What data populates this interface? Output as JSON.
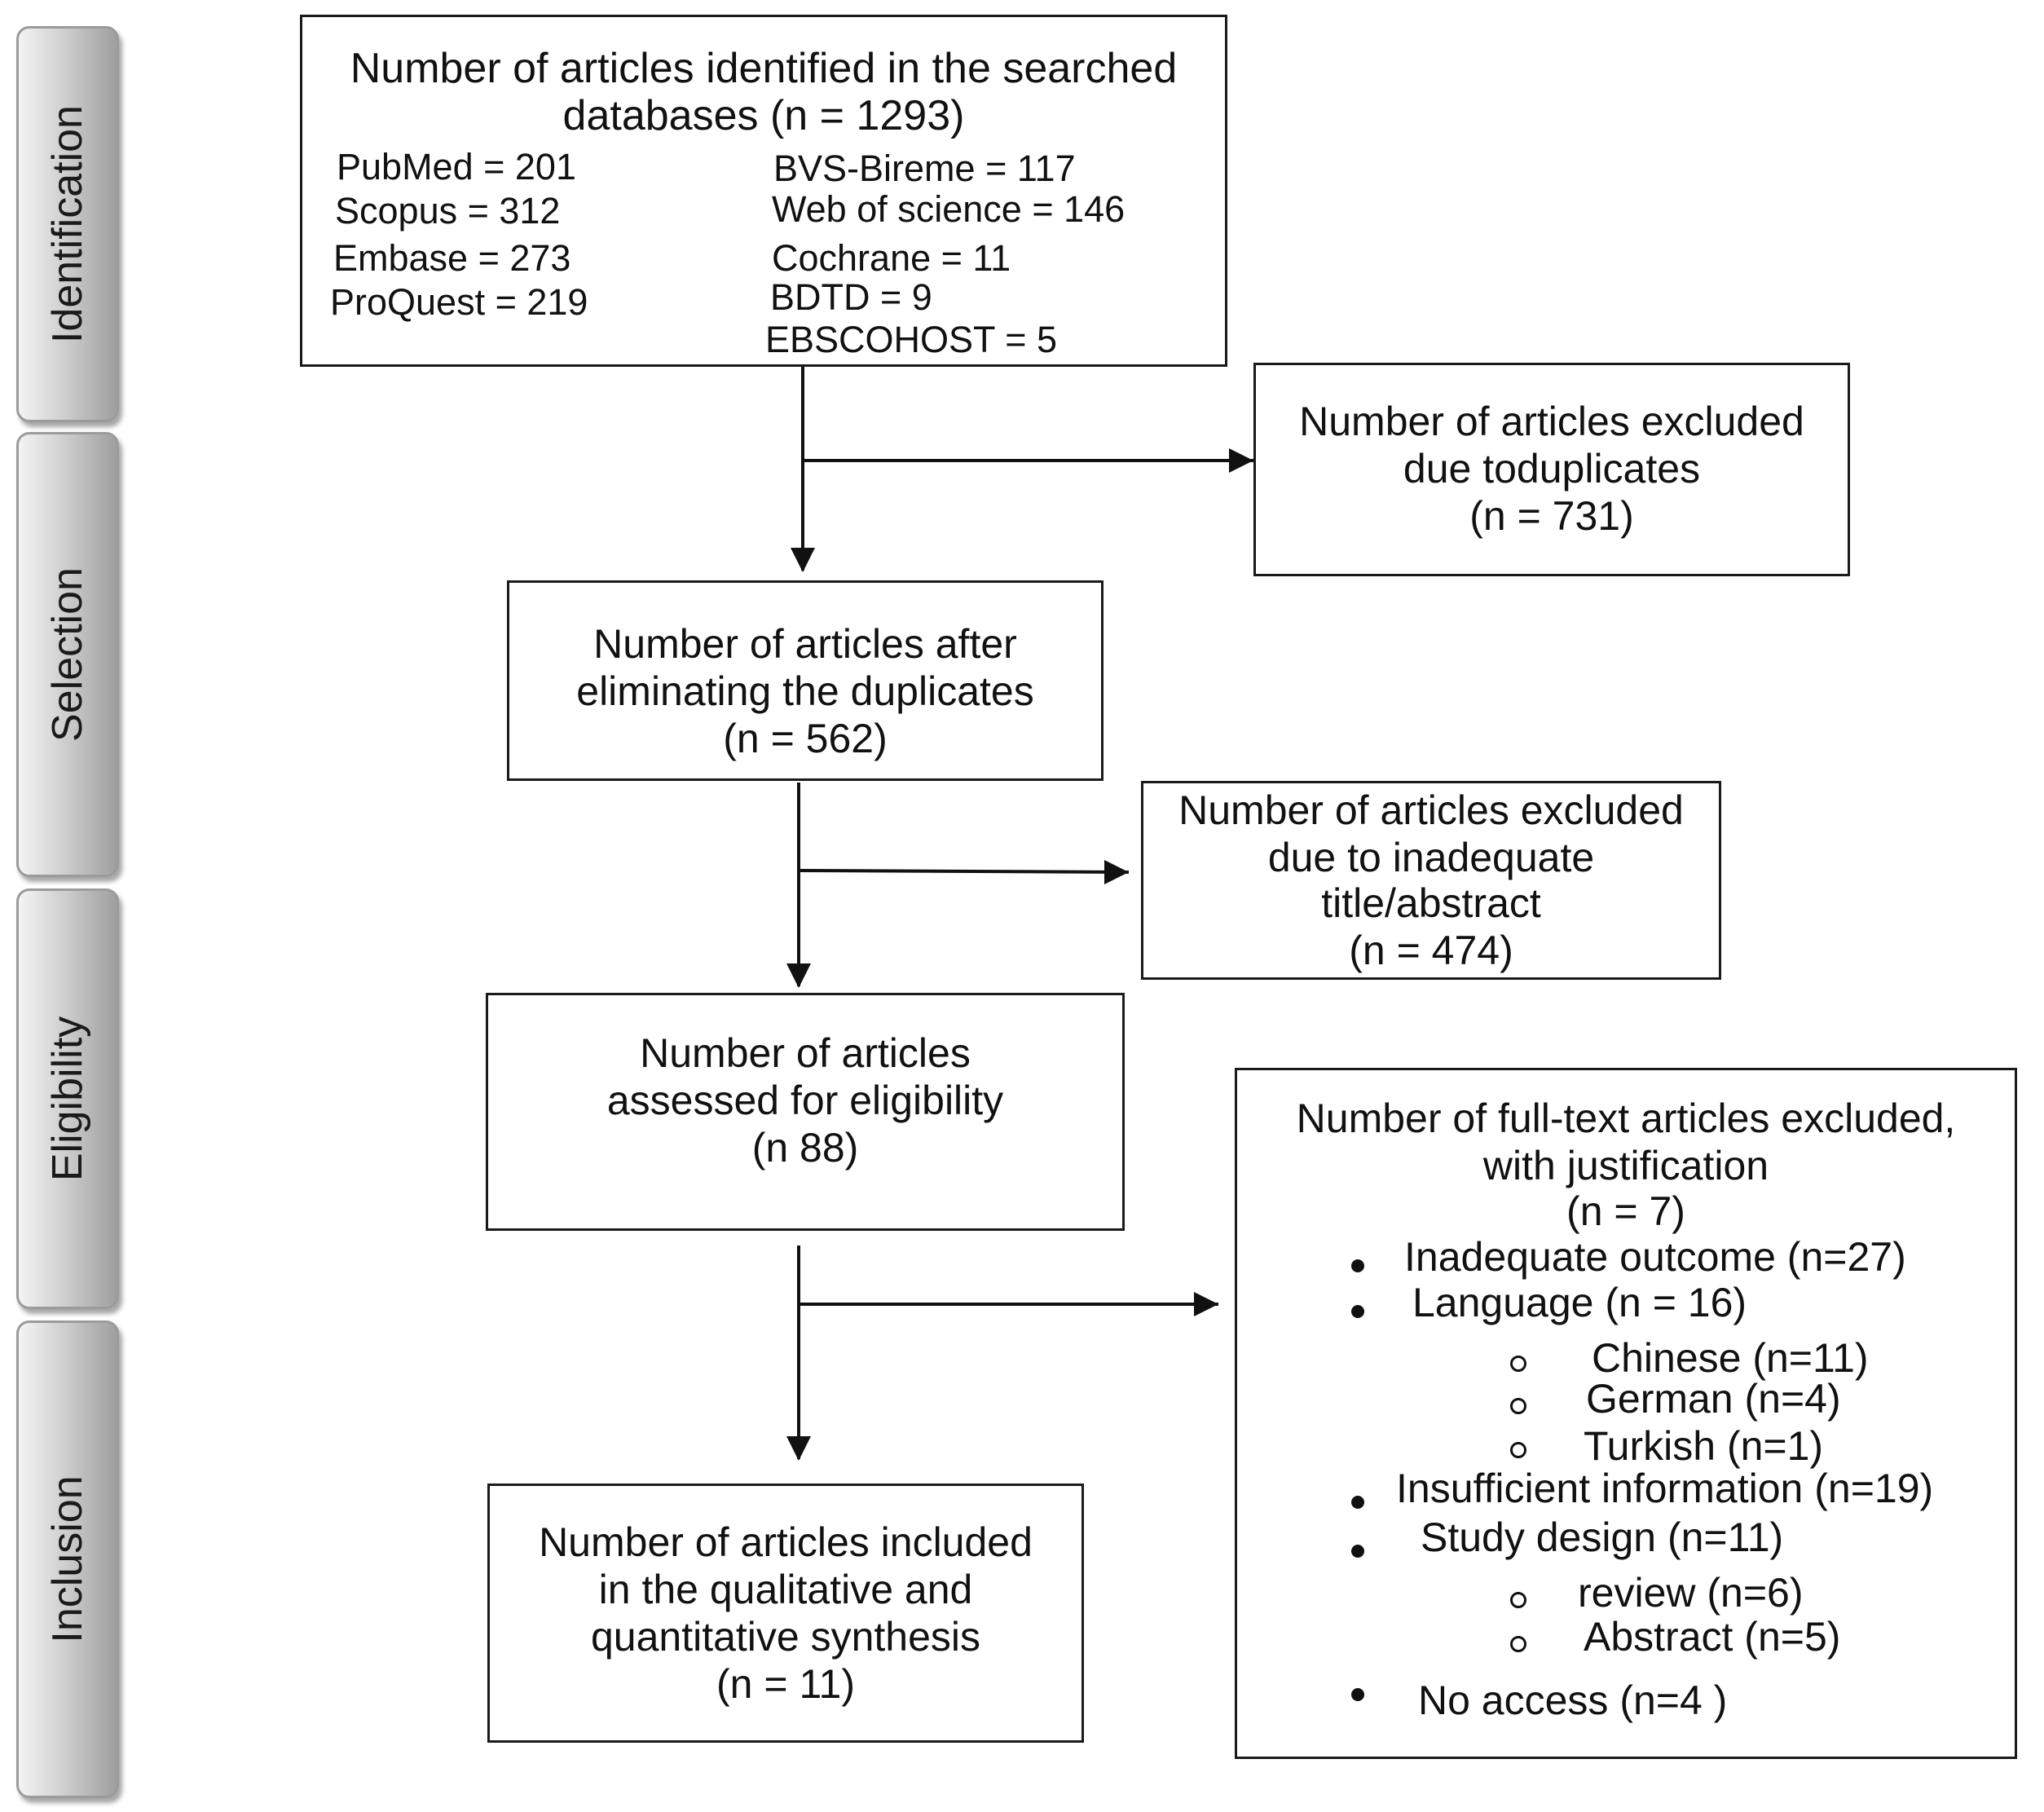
{
  "stages": {
    "identification": "Identification",
    "selection": "Selection",
    "eligibility": "Eligibility",
    "inclusion": "Inclusion"
  },
  "identified": {
    "title_line1": "Number of articles identified in the searched",
    "title_line2": "databases (n = 1293)",
    "pubmed": "PubMed = 201",
    "scopus": "Scopus = 312",
    "embase": "Embase = 273",
    "proquest": "ProQuest = 219",
    "bvs": "BVS-Bireme = 117",
    "wos": "Web of science = 146",
    "cochrane": "Cochrane = 11",
    "bdtd": "BDTD = 9",
    "ebscohost": "EBSCOHOST = 5"
  },
  "duplicates_excluded": {
    "line1": "Number of articles excluded",
    "line2": "due toduplicates",
    "line3": "(n = 731)"
  },
  "after_duplicates": {
    "line1": "Number of articles after",
    "line2": "eliminating the duplicates",
    "line3": "(n = 562)"
  },
  "title_excluded": {
    "line1": "Number of articles excluded",
    "line2": "due to inadequate",
    "line3": "title/abstract",
    "line4": "(n = 474)"
  },
  "eligibility_assessed": {
    "line1": "Number of articles",
    "line2": "assessed for eligibility",
    "line3": "(n 88)"
  },
  "fulltext_excluded": {
    "line1": "Number of full-text articles excluded,",
    "line2": "with justification",
    "line3": "(n = 7)",
    "outcome": "Inadequate outcome (n=27)",
    "language": "Language (n = 16)",
    "chinese": "Chinese (n=11)",
    "german": "German (n=4)",
    "turkish": "Turkish (n=1)",
    "insufficient": "Insufficient information (n=19)",
    "study_design": "Study design (n=11)",
    "review": "review (n=6)",
    "abstract": "Abstract (n=5)",
    "no_access": "No access (n=4 )"
  },
  "included": {
    "line1": "Number of articles included",
    "line2": "in the qualitative and",
    "line3": "quantitative synthesis",
    "line4": "(n = 11)"
  }
}
